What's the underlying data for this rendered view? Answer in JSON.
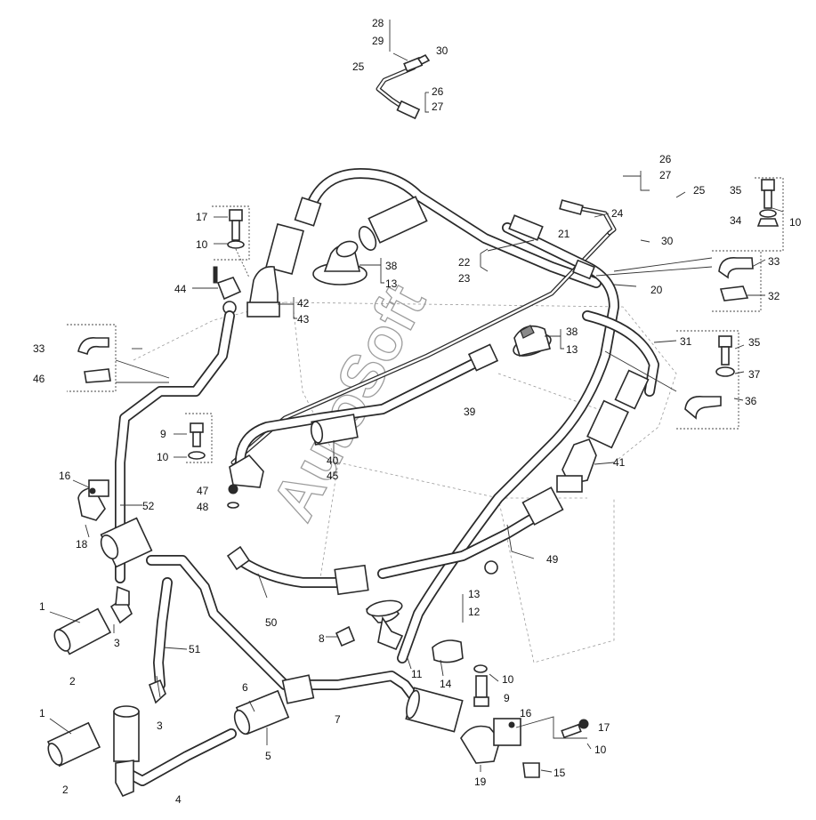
{
  "watermark": "AutoSoft",
  "labels": {
    "l28": "28",
    "l29": "29",
    "l30a": "30",
    "l25a": "25",
    "l26a": "26",
    "l27a": "27",
    "l26b": "26",
    "l27b": "27",
    "l25b": "25",
    "l24": "24",
    "l30b": "30",
    "l21": "21",
    "l22": "22",
    "l23": "23",
    "l20": "20",
    "l35a": "35",
    "l34": "34",
    "l10a": "10",
    "l33a": "33",
    "l32": "32",
    "l17a": "17",
    "l10b": "10",
    "l44": "44",
    "l42": "42",
    "l43": "43",
    "l38a": "38",
    "l13a": "13",
    "l38b": "38",
    "l13b": "13",
    "l31": "31",
    "l35b": "35",
    "l37": "37",
    "l36": "36",
    "l33b": "33",
    "l46": "46",
    "l39": "39",
    "l9a": "9",
    "l10c": "10",
    "l47": "47",
    "l48": "48",
    "l40": "40",
    "l45": "45",
    "l41": "41",
    "l16a": "16",
    "l52": "52",
    "l18": "18",
    "l49": "49",
    "l1a": "1",
    "l2a": "2",
    "l3a": "3",
    "l51": "51",
    "l50": "50",
    "l13c": "13",
    "l12": "12",
    "l8": "8",
    "l11": "11",
    "l14": "14",
    "l10d": "10",
    "l9b": "9",
    "l3b": "3",
    "l6": "6",
    "l5": "5",
    "l7": "7",
    "l16b": "16",
    "l17b": "17",
    "l10e": "10",
    "l15": "15",
    "l19": "19",
    "l1b": "1",
    "l2b": "2",
    "l4": "4"
  }
}
